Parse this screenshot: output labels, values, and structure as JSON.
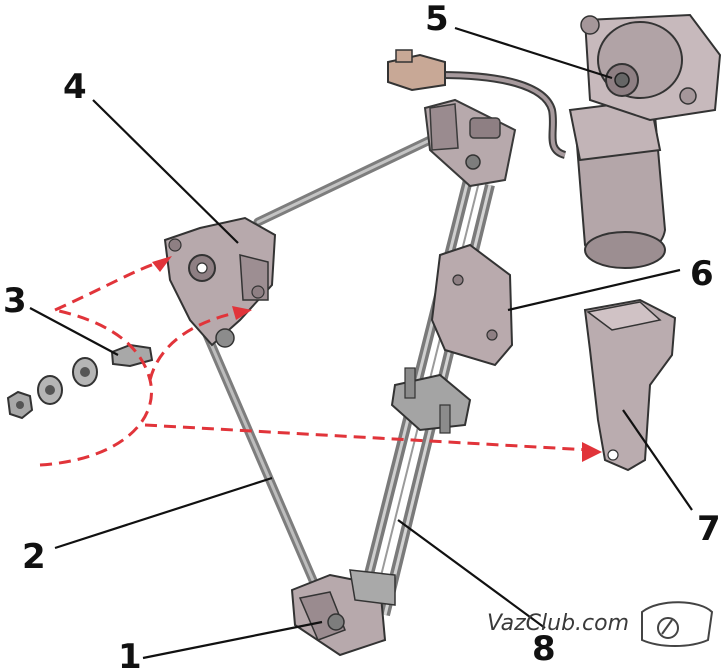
{
  "callouts": {
    "c1": "1",
    "c2": "2",
    "c3": "3",
    "c4": "4",
    "c5": "5",
    "c6": "6",
    "c7": "7",
    "c8": "8"
  },
  "watermark": {
    "text": "VazClub.com"
  },
  "colors": {
    "part_fill": "#b7a9ac",
    "part_dark": "#8e7f83",
    "rod": "#8c8c8c",
    "arrow": "#e1343a",
    "line": "#111111"
  },
  "icons": {
    "watermark_logo": "car-badge-icon"
  }
}
